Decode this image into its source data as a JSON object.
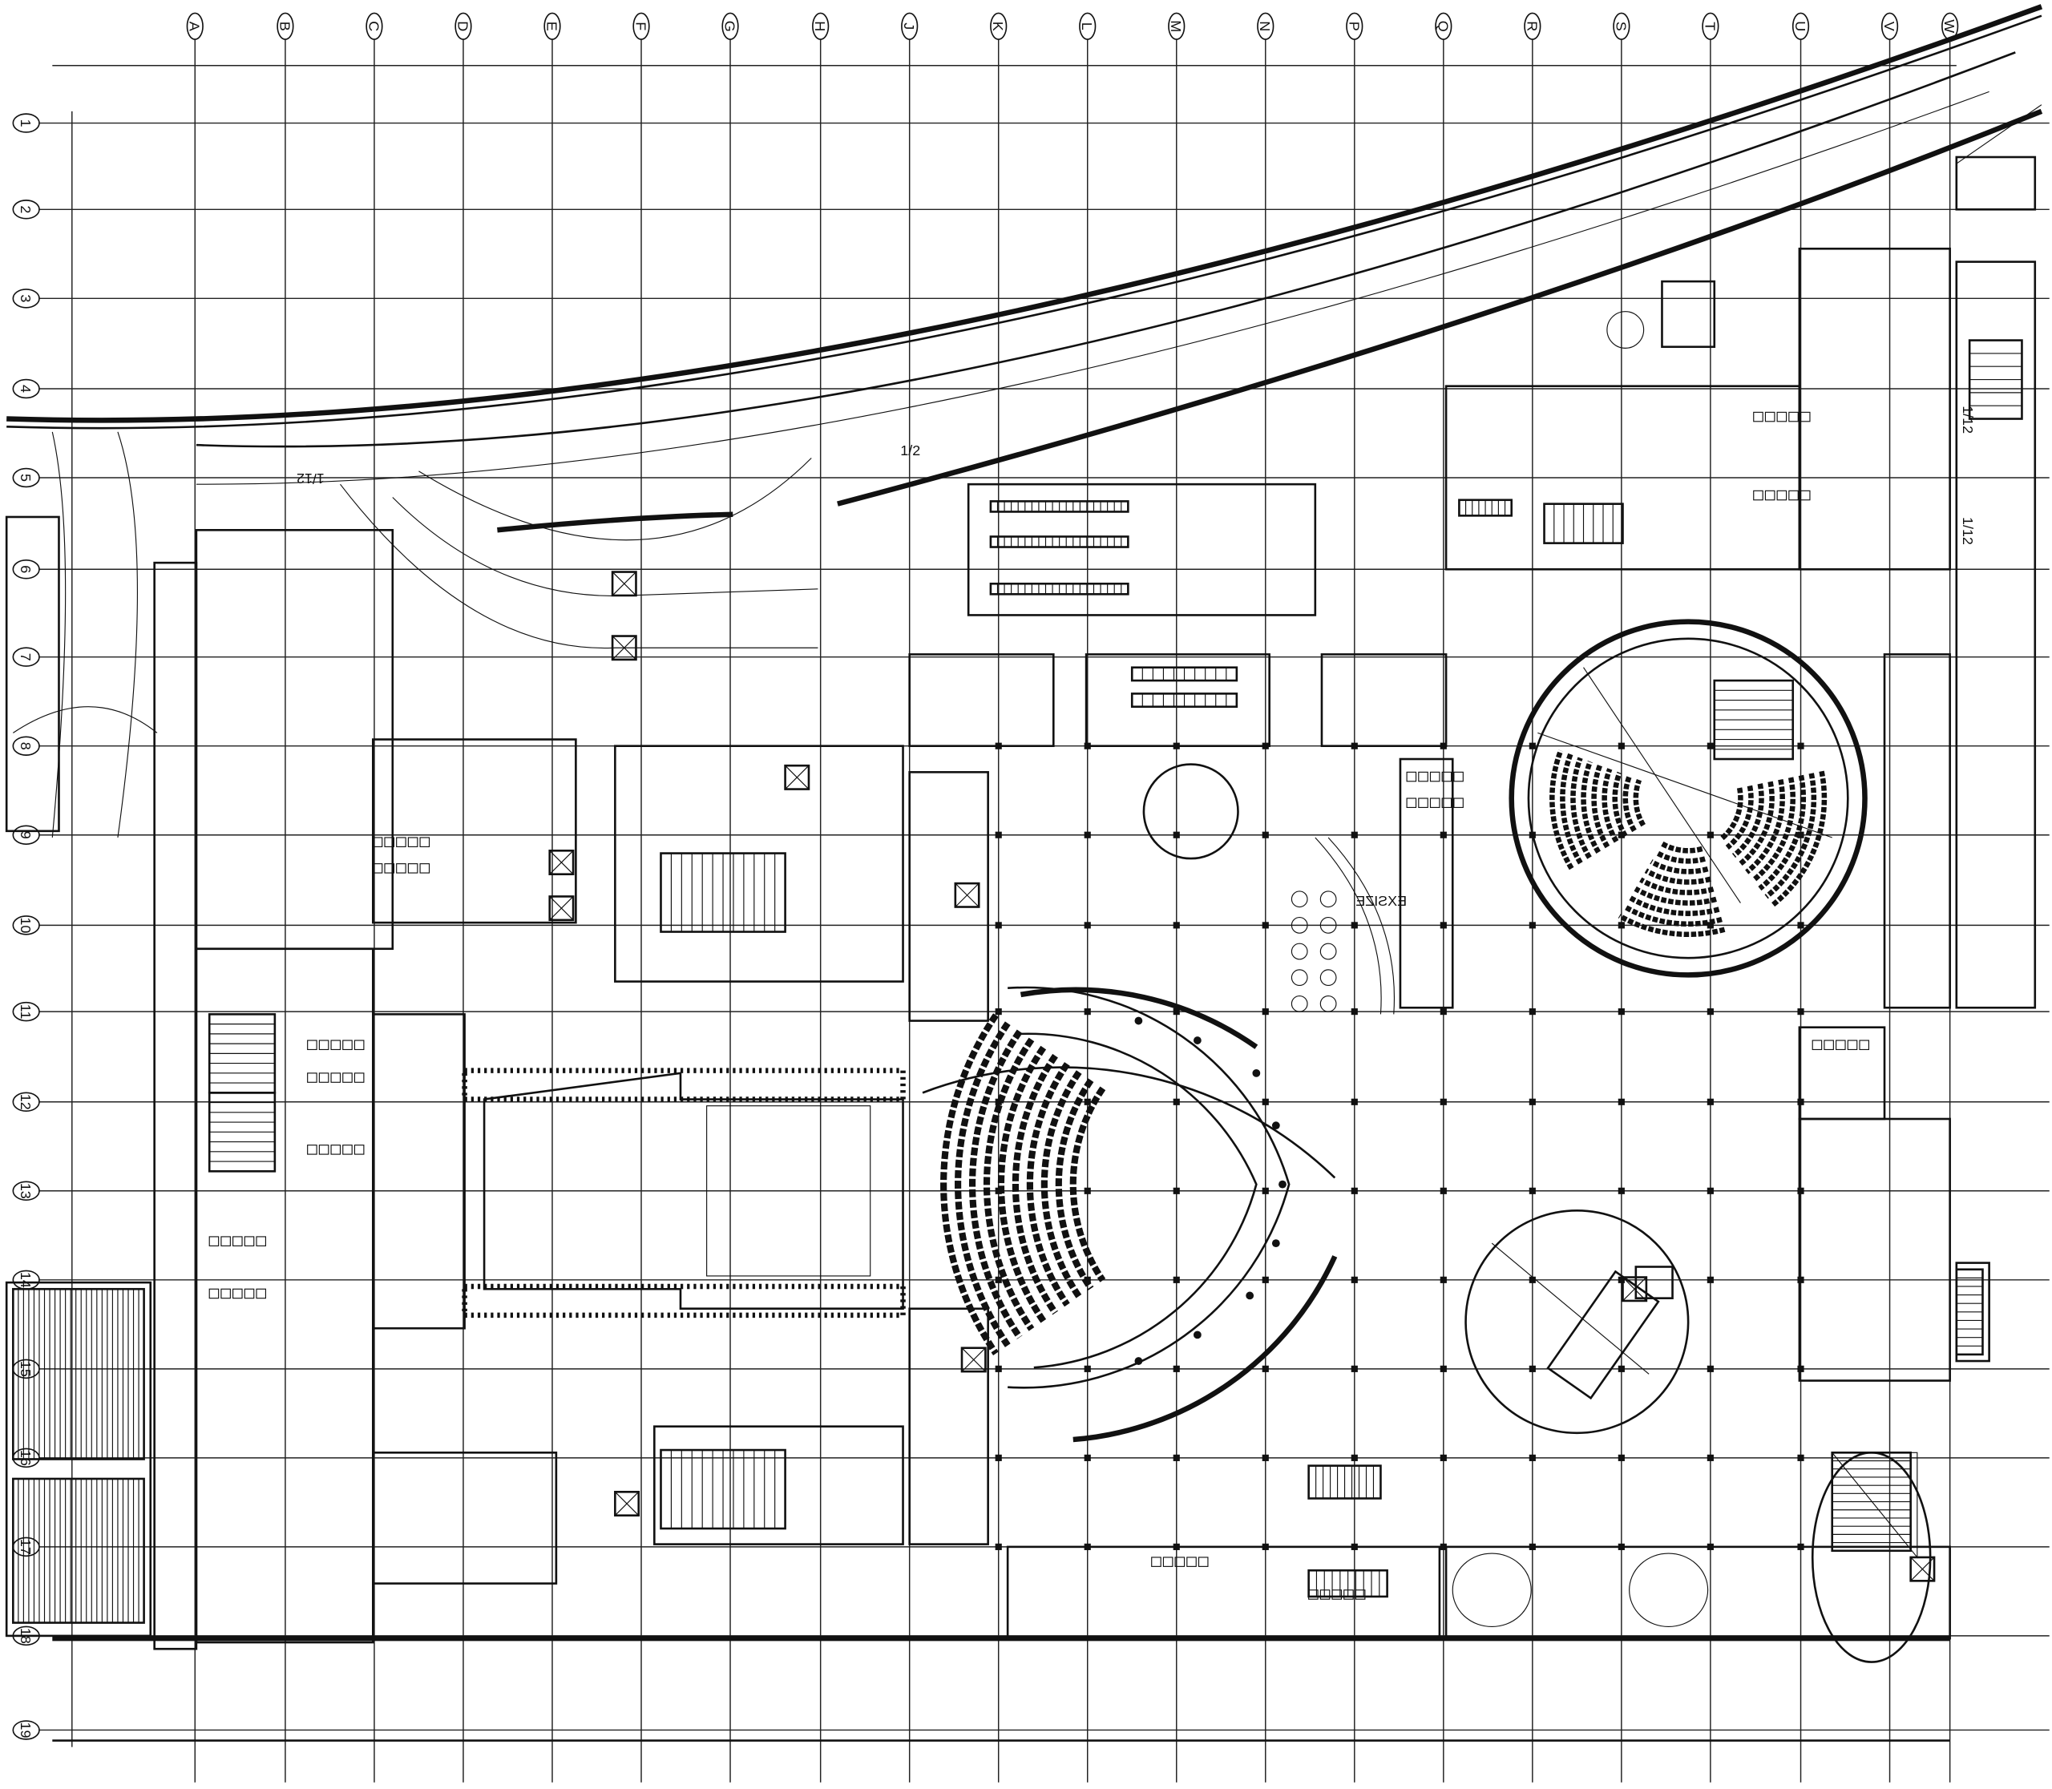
{
  "drawing": {
    "type": "architectural floor plan",
    "grid_columns": [
      "A",
      "B",
      "C",
      "D",
      "E",
      "F",
      "G",
      "H",
      "J",
      "K",
      "L",
      "M",
      "N",
      "P",
      "Q",
      "R",
      "S",
      "T",
      "U",
      "V",
      "W"
    ],
    "grid_rows": [
      "1",
      "2",
      "3",
      "4",
      "5",
      "6",
      "7",
      "8",
      "9",
      "10",
      "11",
      "12",
      "13",
      "14",
      "15",
      "16",
      "17",
      "18",
      "19"
    ],
    "annotations": {
      "ramp_slope_left": "1/12",
      "ramp_slope_center": "1/2",
      "ramp_slope_right_upper": "1/12",
      "ramp_slope_right_lower": "1/12",
      "lobby_label": "EXSIZE"
    },
    "colors": {
      "ink": "#111111",
      "paper": "#ffffff"
    }
  }
}
